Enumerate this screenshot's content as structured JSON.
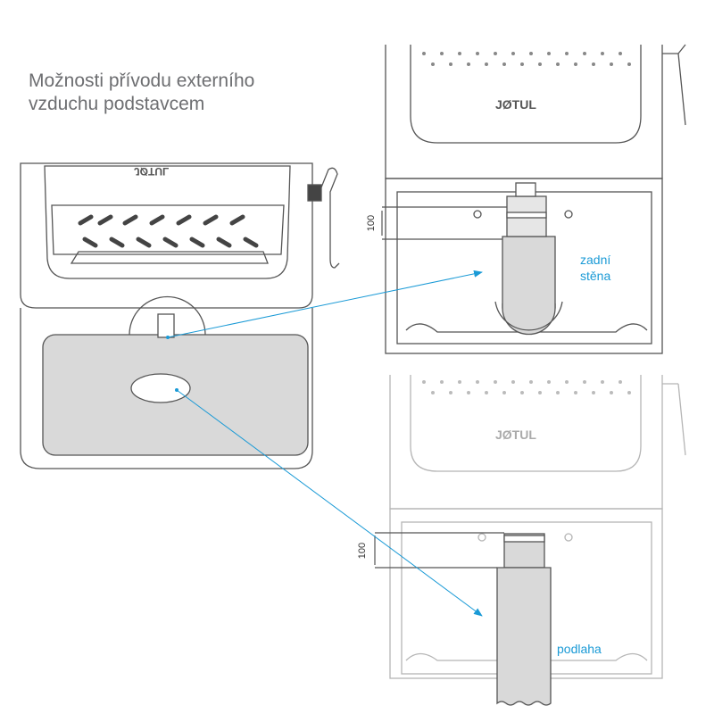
{
  "title": {
    "line1": "Možnosti přívodu externího",
    "line2": "vzduchu podstavcem"
  },
  "brand_logo": "JØTUL",
  "diagrams": {
    "rear": {
      "dimension": "100",
      "label_line1": "zadní",
      "label_line2": "stěna"
    },
    "floor": {
      "dimension": "100",
      "label": "podlaha"
    }
  },
  "colors": {
    "arrow": "#1a9ad6",
    "label": "#1a9ad6",
    "pipe": "#d9d9d9",
    "line": "#555555",
    "faded": "#b5b5b5"
  }
}
